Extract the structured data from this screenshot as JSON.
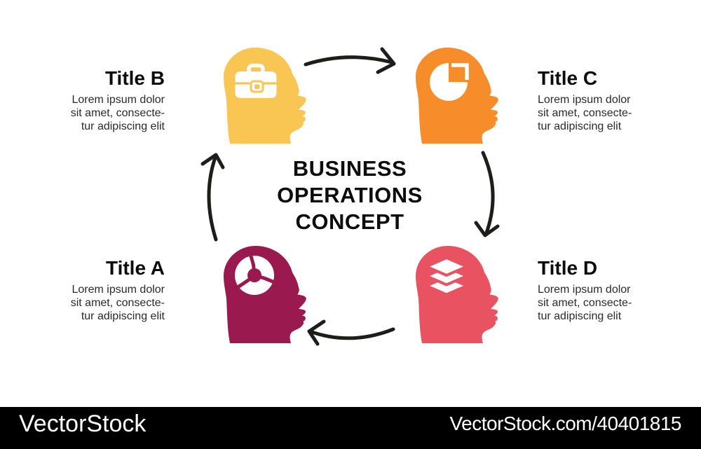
{
  "center_title": {
    "line1": "BUSINESS",
    "line2": "OPERATIONS",
    "line3": "CONCEPT"
  },
  "items": [
    {
      "id": "A",
      "title": "Title A",
      "position": "bottom-left",
      "color": "#9A1A4F",
      "icon": "donut-chart-icon",
      "body": [
        "Lorem ipsum dolor",
        "sit amet, consecte-",
        "tur adipiscing elit"
      ]
    },
    {
      "id": "B",
      "title": "Title B",
      "position": "top-left",
      "color": "#F9C553",
      "icon": "briefcase-icon",
      "body": [
        "Lorem ipsum dolor",
        "sit amet, consecte-",
        "tur adipiscing elit"
      ]
    },
    {
      "id": "C",
      "title": "Title C",
      "position": "top-right",
      "color": "#F68C2A",
      "icon": "pie-chart-icon",
      "body": [
        "Lorem ipsum dolor",
        "sit amet, consecte-",
        "tur adipiscing elit"
      ]
    },
    {
      "id": "D",
      "title": "Title D",
      "position": "bottom-right",
      "color": "#E95260",
      "icon": "layers-icon",
      "body": [
        "Lorem ipsum dolor",
        "sit amet, consecte-",
        "tur adipiscing elit"
      ]
    }
  ],
  "arrows": {
    "color": "#1D1D1B",
    "direction": "clockwise"
  },
  "watermark": {
    "brand": "VectorStock",
    "credit": "VectorStock.com/40401815",
    "bar_color": "#000000",
    "text_color": "#FFFFFF"
  }
}
